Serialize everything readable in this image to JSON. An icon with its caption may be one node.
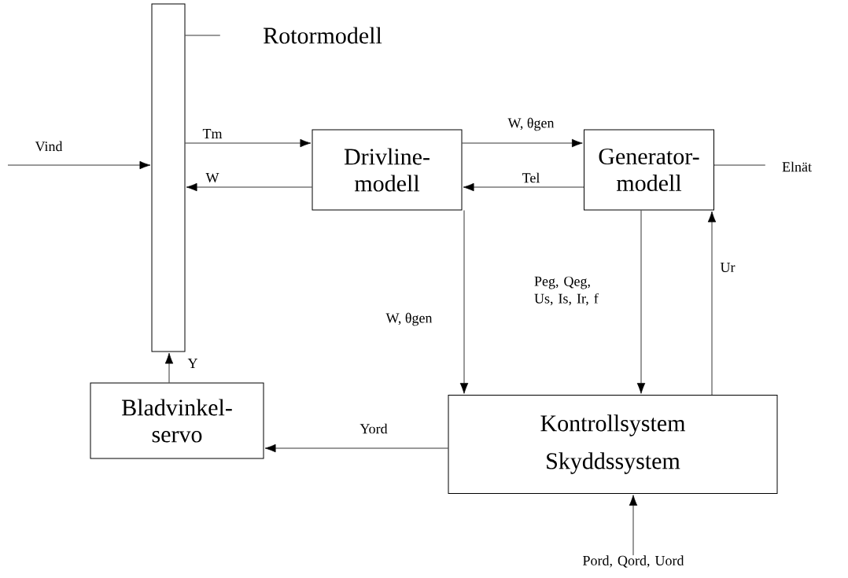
{
  "diagram": {
    "nodes": [
      {
        "text": [
          "Rotormodell"
        ]
      },
      {
        "text": [],
        "shape": "bar"
      },
      {
        "text": [
          "Drivline-modell"
        ]
      },
      {
        "text": [
          "Generator-modell"
        ]
      },
      {
        "text": [
          "Elnät"
        ]
      },
      {
        "text": [
          "Bladvinkel-servo"
        ]
      },
      {
        "text": [
          "Kontrollsystem",
          "Skyddssystem"
        ]
      },
      {
        "text": [
          "Pord, Qord, Uord"
        ]
      }
    ],
    "edges": [
      {
        "from": null,
        "to": 1,
        "arrow": "to",
        "label": "Vind"
      },
      {
        "from": 0,
        "to": 1,
        "arrow": "none"
      },
      {
        "from": 1,
        "to": 2,
        "arrow": "to",
        "label": "Tm"
      },
      {
        "from": 2,
        "to": 1,
        "arrow": "to",
        "label": "W"
      },
      {
        "from": 2,
        "to": 3,
        "arrow": "to",
        "label": "W, θgen"
      },
      {
        "from": 3,
        "to": 2,
        "arrow": "to",
        "label": "Tel"
      },
      {
        "from": 3,
        "to": 4,
        "arrow": "none"
      },
      {
        "from": 2,
        "to": 6,
        "arrow": "to",
        "label": "W, θgen"
      },
      {
        "from": 3,
        "to": 6,
        "arrow": "to",
        "label": "Peg, Qeg, Us, Is, Ir, f"
      },
      {
        "from": 6,
        "to": 3,
        "arrow": "to",
        "label": "Ur"
      },
      {
        "from": 6,
        "to": 5,
        "arrow": "to",
        "label": "Yord"
      },
      {
        "from": 5,
        "to": 1,
        "arrow": "to",
        "label": "Y"
      },
      {
        "from": 7,
        "to": 6,
        "arrow": "to"
      }
    ]
  }
}
